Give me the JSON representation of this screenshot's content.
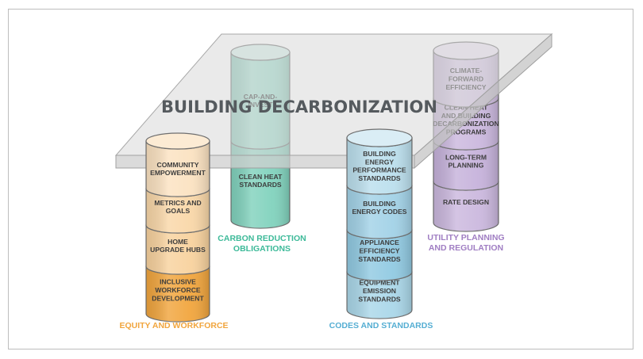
{
  "title": "BUILDING DECARBONIZATION",
  "colors": {
    "equity": "#f1a53d",
    "carbon": "#3dba99",
    "codes": "#55aed3",
    "utility": "#a07ec3",
    "slab": "#d8d8d8"
  },
  "pillars": [
    {
      "key": "equity",
      "group_label": [
        "EQUITY AND WORKFORCE"
      ],
      "segments": [
        {
          "lines": [
            "COMMUNITY",
            "EMPOWERMENT"
          ]
        },
        {
          "lines": [
            "METRICS AND",
            "GOALS"
          ]
        },
        {
          "lines": [
            "HOME",
            "UPGRADE HUBS"
          ]
        },
        {
          "lines": [
            "INCLUSIVE",
            "WORKFORCE",
            "DEVELOPMENT"
          ]
        }
      ]
    },
    {
      "key": "carbon",
      "group_label": [
        "CARBON REDUCTION",
        "OBLIGATIONS"
      ],
      "segments": [
        {
          "lines": [
            "CAP-AND-",
            "INVEST"
          ]
        },
        {
          "lines": [
            "CLEAN HEAT",
            "STANDARDS"
          ]
        }
      ]
    },
    {
      "key": "codes",
      "group_label": [
        "CODES AND STANDARDS"
      ],
      "segments": [
        {
          "lines": [
            "BUILDING",
            "ENERGY",
            "PERFORMANCE",
            "STANDARDS"
          ]
        },
        {
          "lines": [
            "BUILDING",
            "ENERGY CODES"
          ]
        },
        {
          "lines": [
            "APPLIANCE",
            "EFFICIENCY",
            "STANDARDS"
          ]
        },
        {
          "lines": [
            "EQUIPMENT",
            "EMISSION",
            "STANDARDS"
          ]
        }
      ]
    },
    {
      "key": "utility",
      "group_label": [
        "UTILITY PLANNING",
        "AND REGULATION"
      ],
      "segments": [
        {
          "lines": [
            "CLIMATE-",
            "FORWARD",
            "EFFICIENCY"
          ]
        },
        {
          "lines": [
            "CLEAN HEAT",
            "AND BUILDING",
            "DECARBONIZATION",
            "PROGRAMS"
          ]
        },
        {
          "lines": [
            "LONG-TERM",
            "PLANNING"
          ]
        },
        {
          "lines": [
            "RATE DESIGN"
          ]
        }
      ]
    }
  ]
}
